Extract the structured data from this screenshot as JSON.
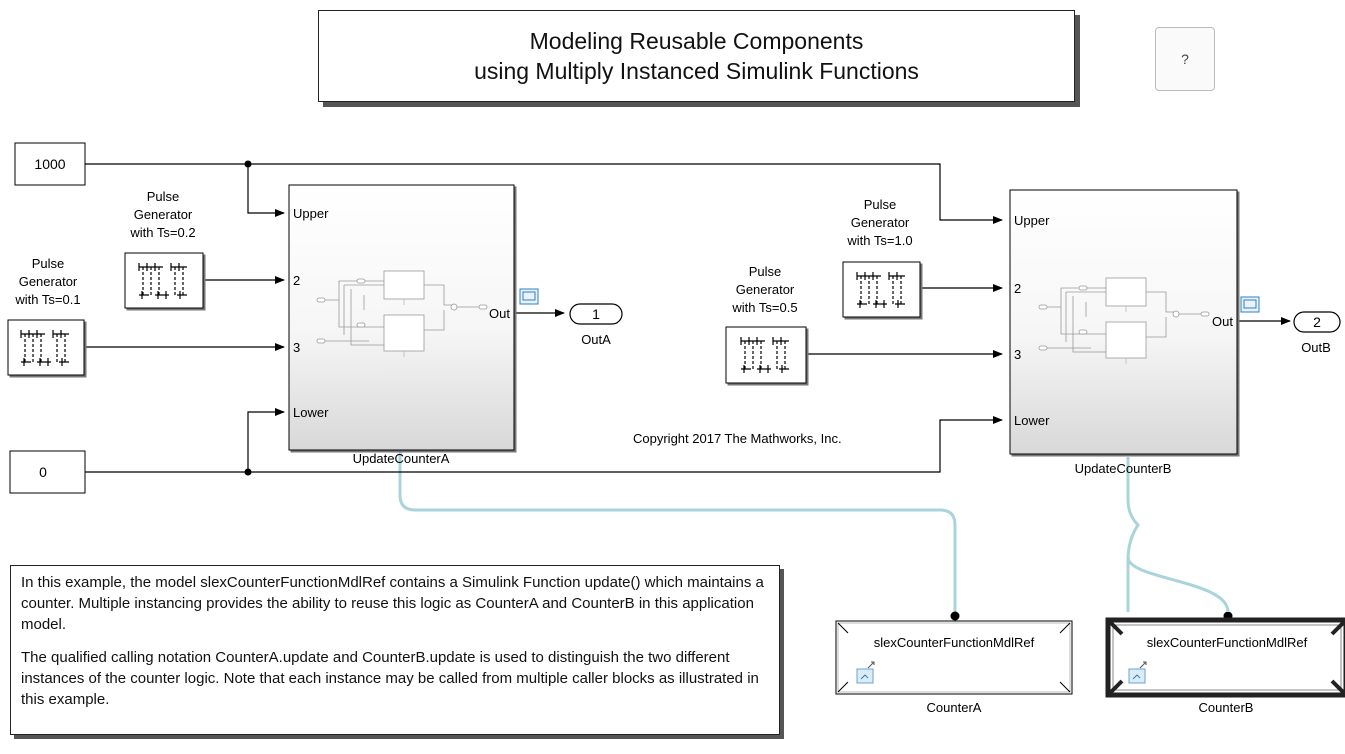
{
  "title": {
    "line1": "Modeling Reusable Components",
    "line2": "using Multiply Instanced Simulink Functions"
  },
  "help_button": "?",
  "constants": {
    "upper_value": "1000",
    "lower_value": "0"
  },
  "pulse_generators": {
    "pg_01": [
      "Pulse",
      "Generator",
      "with Ts=0.1"
    ],
    "pg_02": [
      "Pulse",
      "Generator",
      "with Ts=0.2"
    ],
    "pg_05": [
      "Pulse",
      "Generator",
      "with Ts=0.5"
    ],
    "pg_10": [
      "Pulse",
      "Generator",
      "with Ts=1.0"
    ]
  },
  "subsystems": {
    "a": {
      "name": "UpdateCounterA",
      "port_upper": "Upper",
      "port_2": "2",
      "port_3": "3",
      "port_lower": "Lower",
      "port_out": "Out"
    },
    "b": {
      "name": "UpdateCounterB",
      "port_upper": "Upper",
      "port_2": "2",
      "port_3": "3",
      "port_lower": "Lower",
      "port_out": "Out"
    }
  },
  "outports": {
    "a": {
      "number": "1",
      "name": "OutA"
    },
    "b": {
      "number": "2",
      "name": "OutB"
    }
  },
  "copyright": "Copyright 2017 The Mathworks, Inc.",
  "model_refs": {
    "a": {
      "model": "slexCounterFunctionMdlRef",
      "name": "CounterA"
    },
    "b": {
      "model": "slexCounterFunctionMdlRef",
      "name": "CounterB"
    }
  },
  "description": {
    "p1": "In this example, the model slexCounterFunctionMdlRef contains a Simulink Function update() which maintains a counter. Multiple instancing provides the ability to reuse this logic as CounterA and CounterB in this application model.",
    "p2": "The qualified calling notation CounterA.update and CounterB.update is used to distinguish the two different instances of the counter logic.  Note that each instance may be called from multiple caller blocks as illustrated in this example."
  },
  "colors": {
    "signal_line": "#000000",
    "connection_line": "#9fd0d6",
    "subsystem_gradient_top": "#ffffff",
    "subsystem_gradient_bottom": "#d9d9d9",
    "preview_icon": "#2f7fc1"
  }
}
